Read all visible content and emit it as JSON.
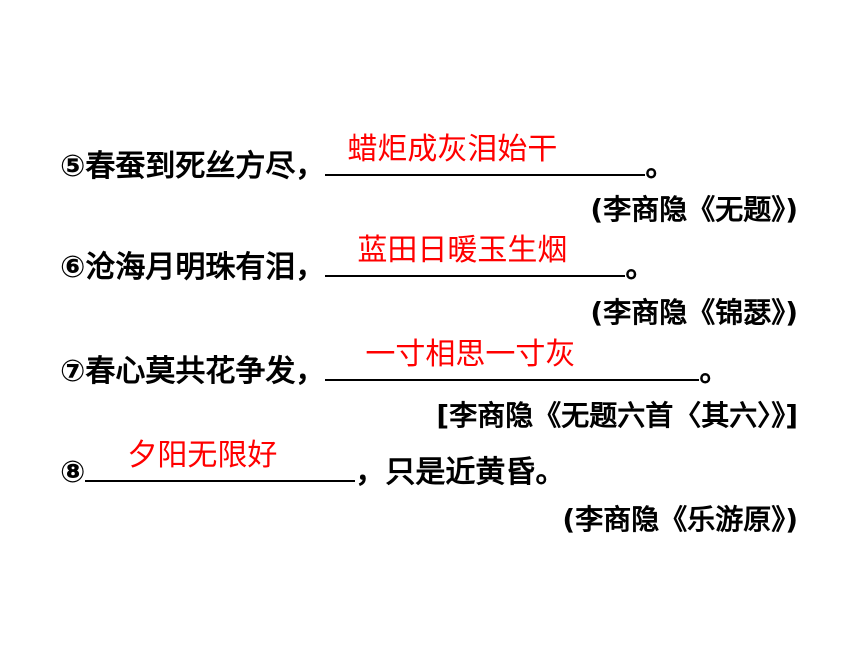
{
  "items": [
    {
      "number": "⑤",
      "before": "春蚕到死丝方尽，",
      "answer": "蜡炬成灰泪始干",
      "after": "。",
      "source": "(李商隐《无题》)"
    },
    {
      "number": "⑥",
      "before": "沧海月明珠有泪，",
      "answer": "蓝田日暖玉生烟",
      "after": "。",
      "source": "(李商隐《锦瑟》)"
    },
    {
      "number": "⑦",
      "before": "春心莫共花争发，",
      "answer": "一寸相思一寸灰",
      "after": "。",
      "source": "[李商隐《无题六首〈其六〉》]"
    },
    {
      "number": "⑧",
      "before": "",
      "answer": "夕阳无限好",
      "after": "，只是近黄昏。",
      "source": "(李商隐《乐游原》)"
    }
  ],
  "colors": {
    "text": "#000000",
    "answer": "#ff0000",
    "background": "#ffffff"
  }
}
